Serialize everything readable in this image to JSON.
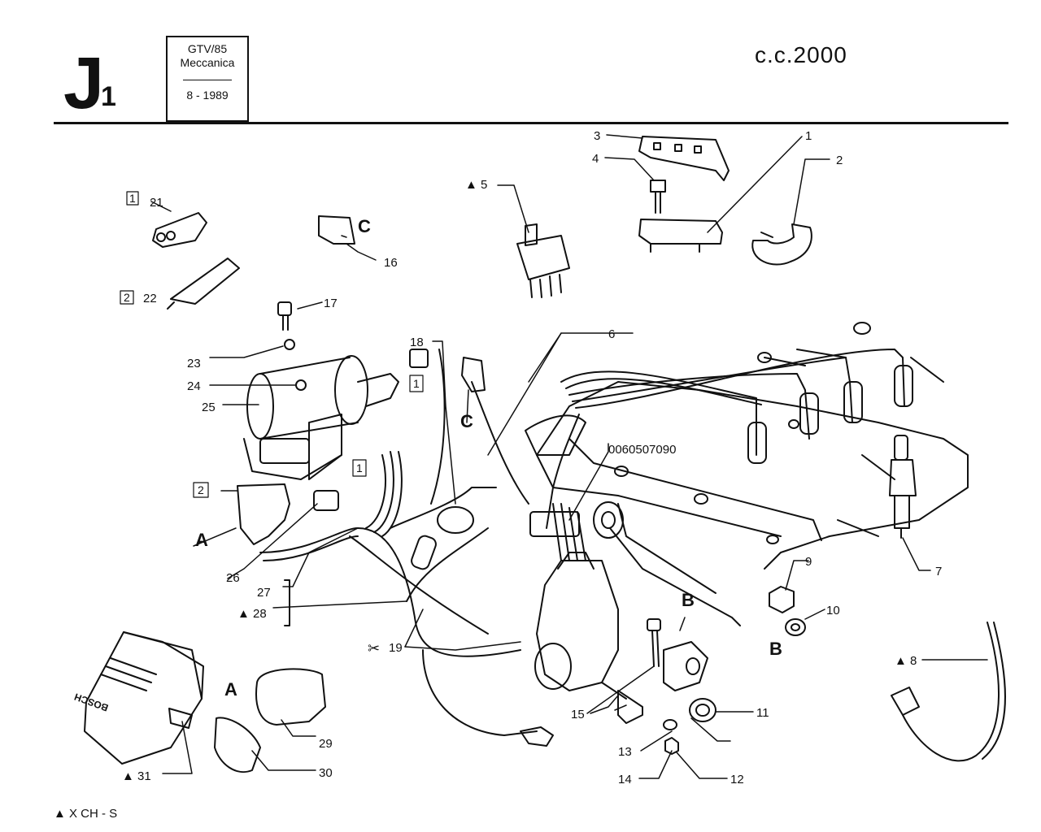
{
  "header": {
    "section_code": "J",
    "section_sub": "1",
    "model": "GTV/85",
    "group": "Meccanica",
    "date": "8 - 1989",
    "engine": "c.c.2000"
  },
  "footer": {
    "note": "▲ X CH - S"
  },
  "diagram": {
    "part_ref": "0060507090",
    "callouts": {
      "c1": "1",
      "c2": "2",
      "c3": "3",
      "c4": "4",
      "c5": "▲ 5",
      "c6": "6",
      "c7": "7",
      "c8": "▲ 8",
      "c9": "9",
      "c10": "10",
      "c11": "11",
      "c12": "12",
      "c13": "13",
      "c14": "14",
      "c15": "15",
      "c16": "16",
      "c17": "17",
      "c18": "18",
      "c19": "19",
      "c21": "21",
      "c22": "22",
      "c23": "23",
      "c24": "24",
      "c25": "25",
      "c26": "26",
      "c27": "27",
      "c28": "▲ 28",
      "c29": "29",
      "c30": "30",
      "c31": "▲ 31"
    },
    "boxed": {
      "b21": "1",
      "b22": "2",
      "b18": "1",
      "b_wire": "1",
      "b_relay2": "2"
    },
    "letters": {
      "A1": "A",
      "A2": "A",
      "B1": "B",
      "B2": "B",
      "C1": "C",
      "C2": "C"
    },
    "scissors": "✂",
    "bosch": "BOSCH"
  }
}
